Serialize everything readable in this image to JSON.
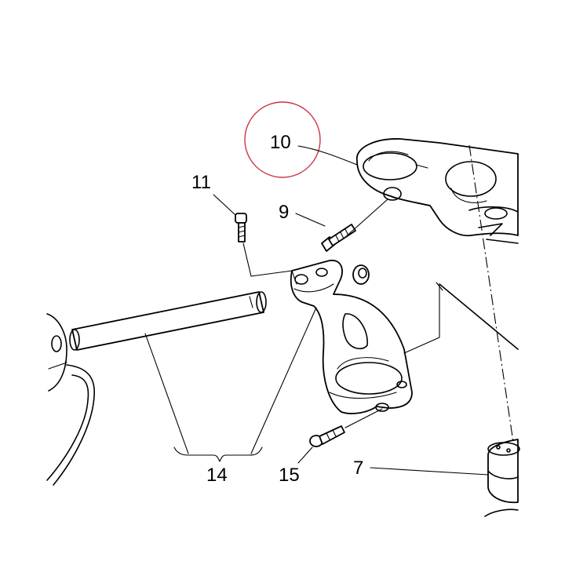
{
  "diagram": {
    "callouts": [
      {
        "id": "c10",
        "label": "10",
        "part": "upper-triple-clamp"
      },
      {
        "id": "c11",
        "label": "11",
        "part": "small-screw"
      },
      {
        "id": "c9",
        "label": "9",
        "part": "cap-screw"
      },
      {
        "id": "c14",
        "label": "14",
        "part": "handlebar-and-clip-on"
      },
      {
        "id": "c15",
        "label": "15",
        "part": "clamp-screw"
      },
      {
        "id": "c7",
        "label": "7",
        "part": "steering-head-nut"
      }
    ],
    "highlight": {
      "target": "10",
      "color": "#cc3344"
    },
    "line_color": "#000000",
    "background": "#ffffff"
  }
}
